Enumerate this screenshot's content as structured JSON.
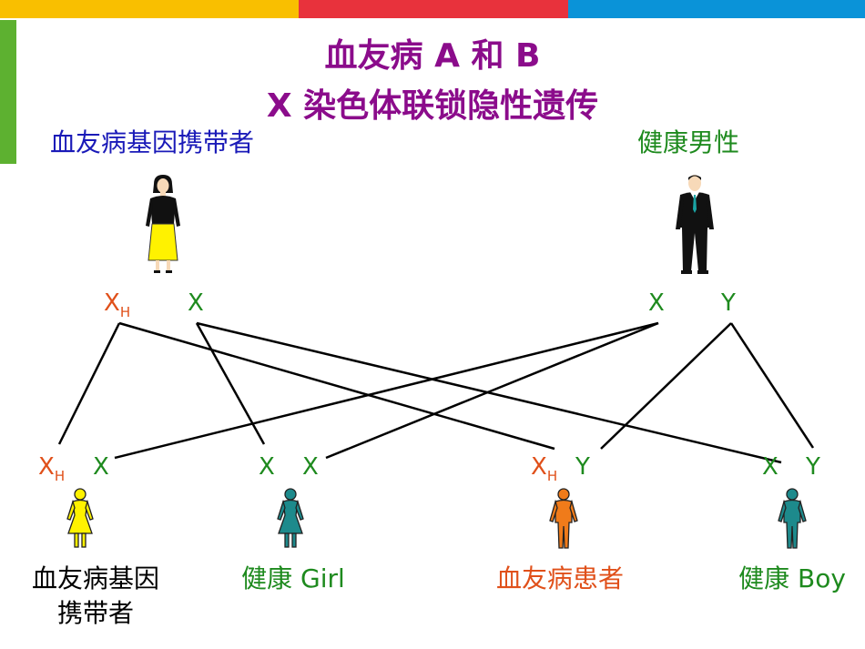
{
  "title": {
    "line1": "血友病 A 和 B",
    "line2": "X 染色体联锁隐性遗传",
    "color": "#8B0C8B"
  },
  "colors": {
    "bar_yellow": "#F9BF00",
    "bar_red": "#E8323C",
    "bar_blue": "#0A93D8",
    "side_green": "#5DB130",
    "blue_text": "#1A1AB8",
    "green_text": "#1E8A1E",
    "orange_text": "#E0501A",
    "black_text": "#000000",
    "line": "#000000"
  },
  "parents": {
    "mother_label": "血友病基因携带者",
    "father_label": "健康男性",
    "mother_alleles": {
      "a1": "X",
      "a1_sub": "H",
      "a2": "X"
    },
    "father_alleles": {
      "a1": "X",
      "a2": "Y"
    }
  },
  "children": [
    {
      "a1": "X",
      "a1_sub": "H",
      "a2": "X",
      "caption_line1": "血友病基因",
      "caption_line2": "携带者"
    },
    {
      "a1": "X",
      "a2": "X",
      "caption": "健康 Girl"
    },
    {
      "a1": "X",
      "a1_sub": "H",
      "a2": "Y",
      "caption": "血友病患者"
    },
    {
      "a1": "X",
      "a2": "Y",
      "caption": "健康 Boy"
    }
  ],
  "icons": {
    "mother": "woman-icon",
    "father": "man-in-suit-icon",
    "child1": "girl-yellow-icon",
    "child2": "girl-teal-icon",
    "child3": "boy-orange-icon",
    "child4": "boy-teal-icon"
  }
}
